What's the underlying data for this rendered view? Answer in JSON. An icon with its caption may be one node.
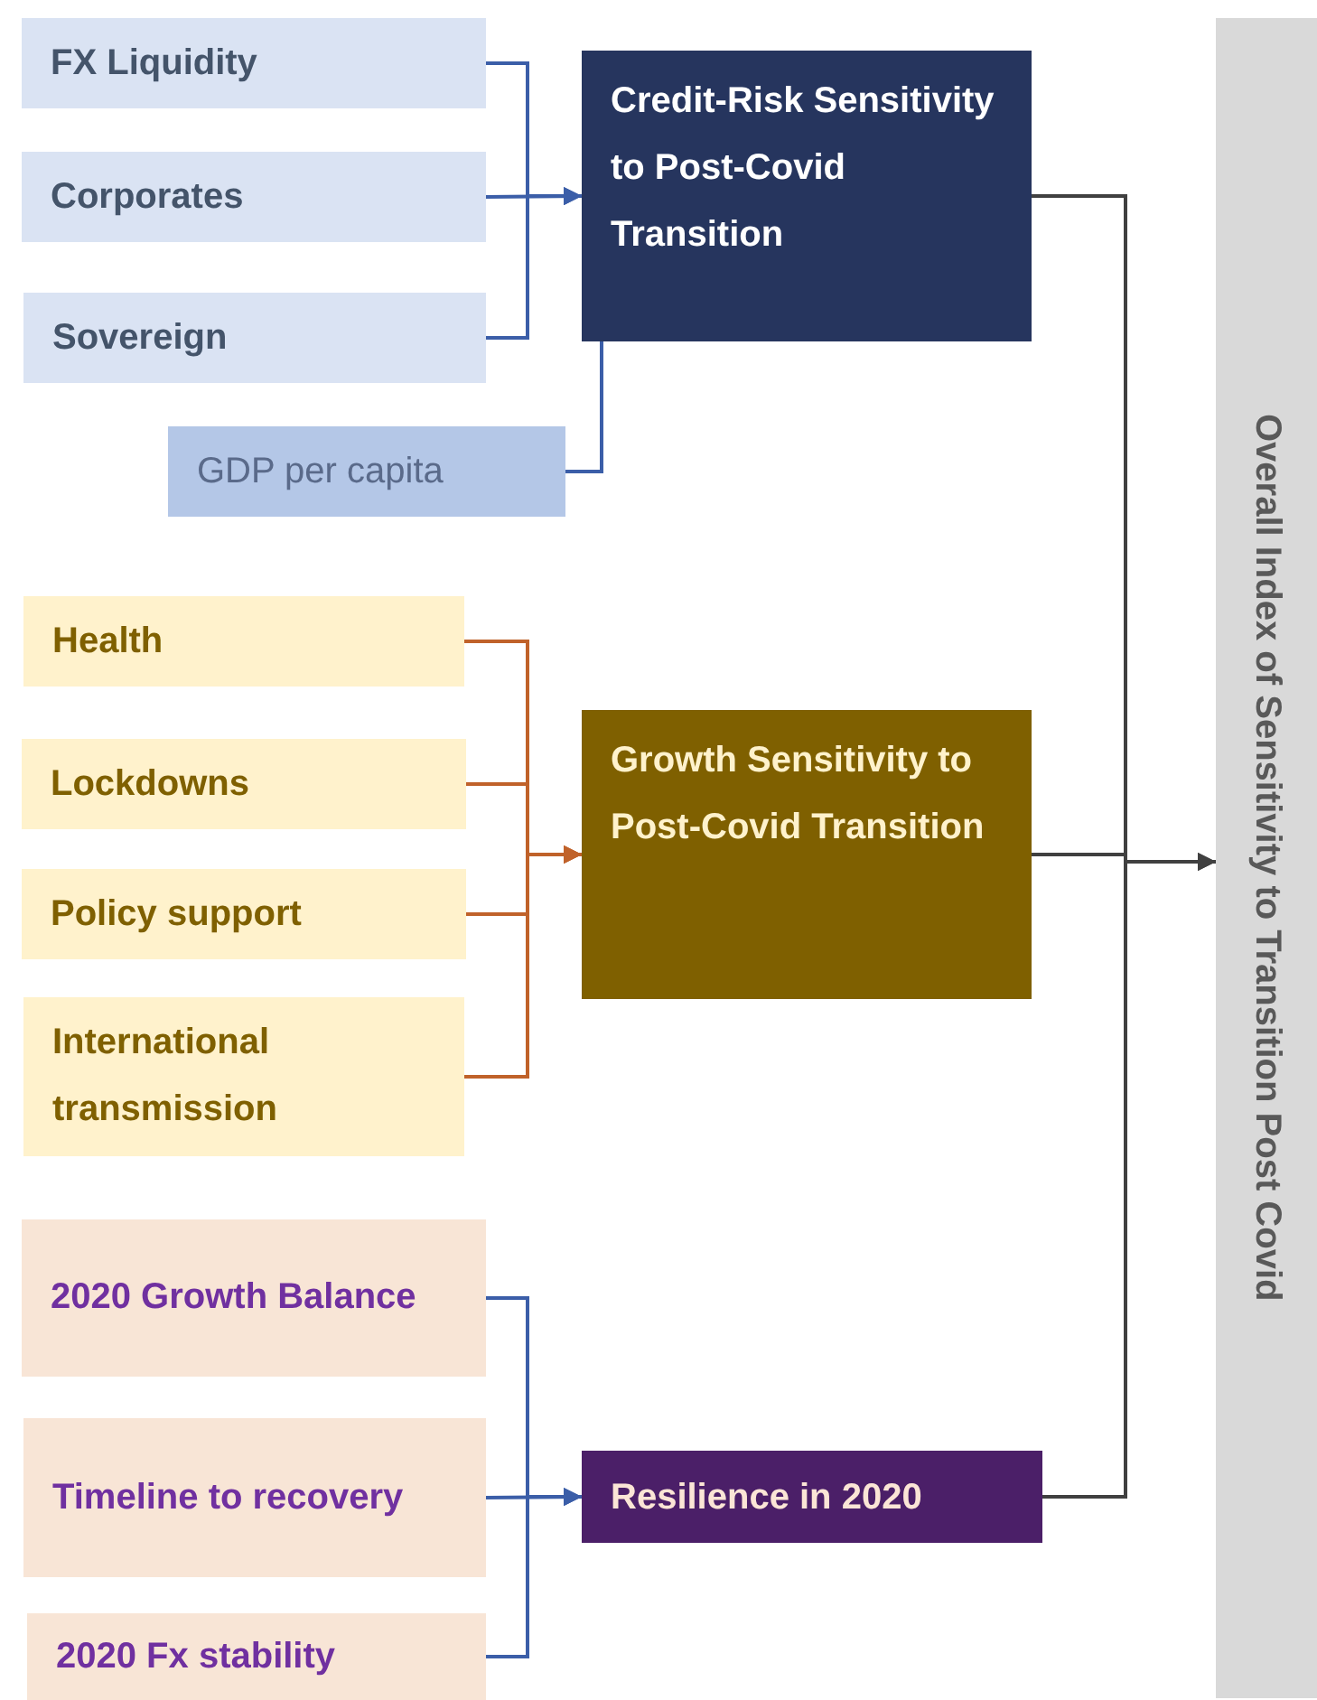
{
  "diagram": {
    "nodes": [
      {
        "text": [
          "FX Liquidity"
        ]
      },
      {
        "text": [
          "Corporates"
        ]
      },
      {
        "text": [
          "Sovereign"
        ]
      },
      {
        "text": [
          "GDP per capita"
        ]
      },
      {
        "text": [
          "Credit-Risk Sensitivity to Post-Covid Transition"
        ]
      },
      {
        "text": [
          "Health"
        ]
      },
      {
        "text": [
          "Lockdowns"
        ]
      },
      {
        "text": [
          "Policy support"
        ]
      },
      {
        "text": [
          "International transmission"
        ]
      },
      {
        "text": [
          "Growth Sensitivity to Post-Covid Transition"
        ]
      },
      {
        "text": [
          "2020 Growth Balance"
        ]
      },
      {
        "text": [
          "Timeline to recovery"
        ]
      },
      {
        "text": [
          "2020 Fx stability"
        ]
      },
      {
        "text": [
          "Resilience in 2020"
        ]
      },
      {
        "text": [
          "Overall Index of Sensitivity to Transition Post Covid"
        ]
      }
    ],
    "edges": [
      {
        "from": 0,
        "to": 4,
        "arrow": "to"
      },
      {
        "from": 1,
        "to": 4,
        "arrow": "to"
      },
      {
        "from": 2,
        "to": 4,
        "arrow": "to"
      },
      {
        "from": 3,
        "to": 4,
        "arrow": "to"
      },
      {
        "from": 5,
        "to": 9,
        "arrow": "to",
        "color": "#c0622a"
      },
      {
        "from": 6,
        "to": 9,
        "arrow": "to",
        "color": "#c0622a"
      },
      {
        "from": 7,
        "to": 9,
        "arrow": "to",
        "color": "#c0622a"
      },
      {
        "from": 8,
        "to": 9,
        "arrow": "to",
        "color": "#c0622a"
      },
      {
        "from": 10,
        "to": 13,
        "arrow": "to"
      },
      {
        "from": 11,
        "to": 13,
        "arrow": "to"
      },
      {
        "from": 12,
        "to": 13,
        "arrow": "to"
      },
      {
        "from": 4,
        "to": 14,
        "arrow": "to",
        "color": "#404040"
      },
      {
        "from": 9,
        "to": 14,
        "arrow": "to",
        "color": "#404040"
      },
      {
        "from": 13,
        "to": 14,
        "arrow": "to",
        "color": "#404040"
      }
    ]
  }
}
